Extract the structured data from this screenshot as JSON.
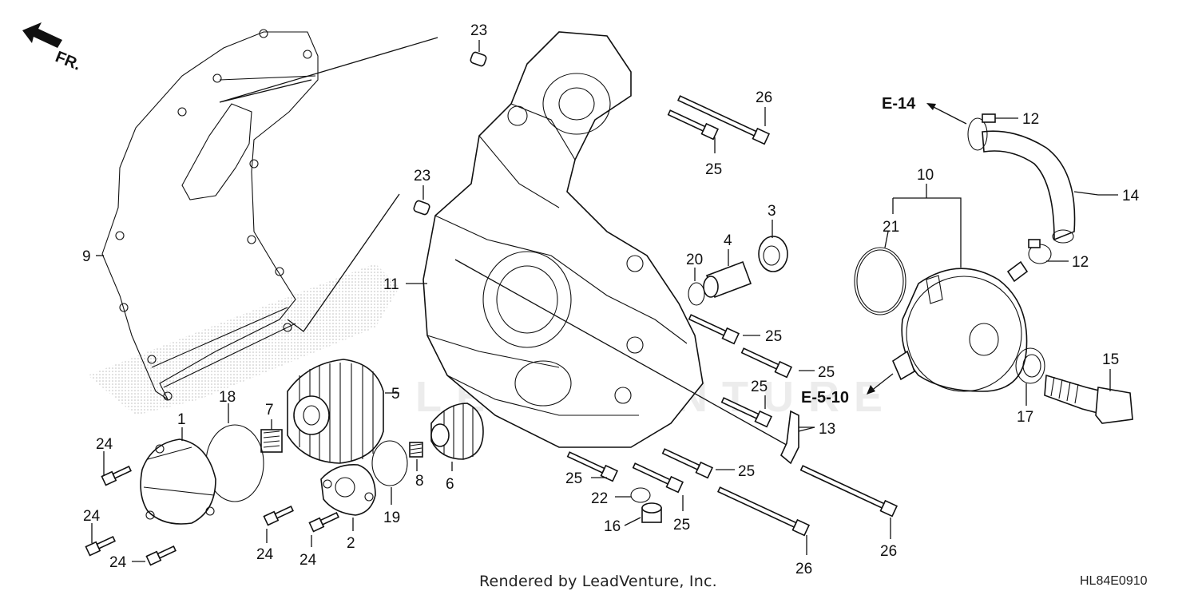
{
  "orientation": {
    "label": "FR."
  },
  "footer": {
    "rendered_by": "Rendered by LeadVenture, Inc.",
    "diagram_code": "HL84E0910"
  },
  "watermark": "LEADVENTURE",
  "references": {
    "e14": "E-14",
    "e510": "E-5-10"
  },
  "callouts": {
    "c1": "1",
    "c2": "2",
    "c3": "3",
    "c4": "4",
    "c5": "5",
    "c6": "6",
    "c7": "7",
    "c8": "8",
    "c9": "9",
    "c10": "10",
    "c11": "11",
    "c12a": "12",
    "c12b": "12",
    "c13": "13",
    "c14": "14",
    "c15": "15",
    "c16": "16",
    "c17": "17",
    "c18": "18",
    "c19": "19",
    "c20": "20",
    "c21": "21",
    "c22": "22",
    "c23a": "23",
    "c23b": "23",
    "c24a": "24",
    "c24b": "24",
    "c24c": "24",
    "c24d": "24",
    "c24e": "24",
    "c25a": "25",
    "c25b": "25",
    "c25c": "25",
    "c25d": "25",
    "c25e": "25",
    "c25f": "25",
    "c25g": "25",
    "c26a": "26",
    "c26b": "26",
    "c26c": "26"
  },
  "colors": {
    "line": "#111111",
    "stipple": "#c8c8c8",
    "watermark": "#e4e4e4"
  }
}
